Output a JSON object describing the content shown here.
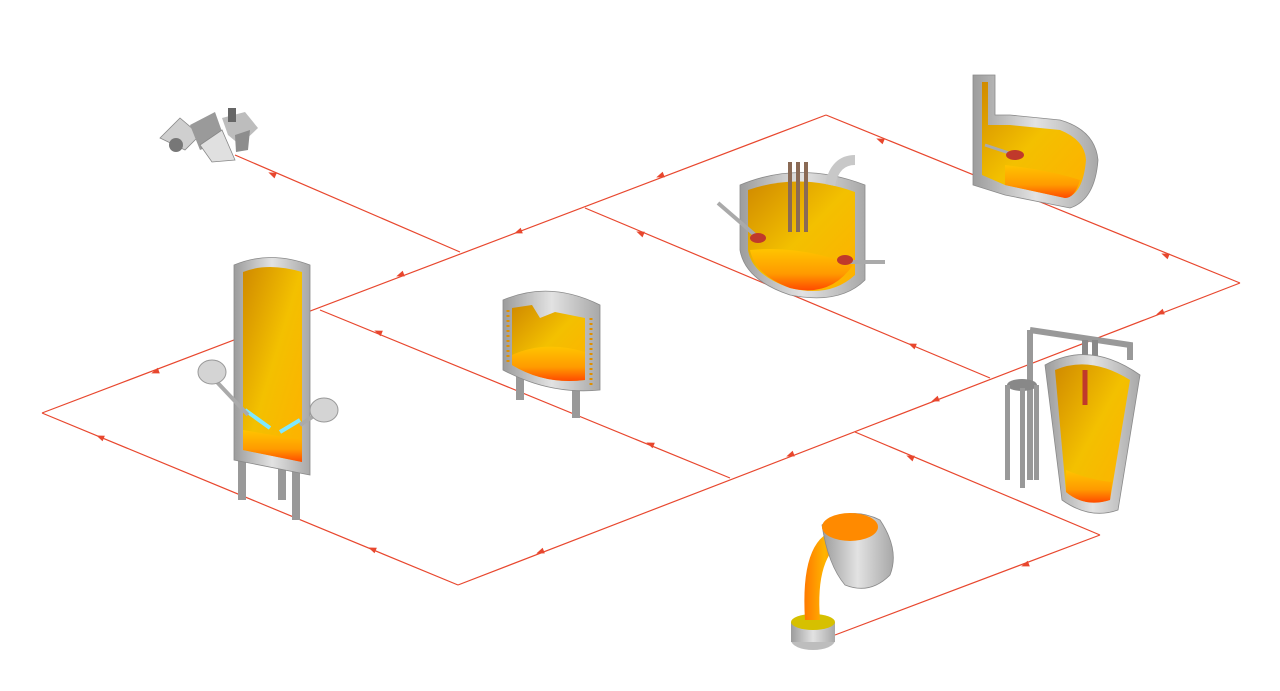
{
  "diagram": {
    "colors": {
      "flow_line": "#e8472e",
      "shell": "#b8b8b8",
      "shell_light": "#e6e6e6",
      "melt_hot": "#ff5a00",
      "melt_warm": "#ffb000",
      "interior": "#f2c200",
      "flame": "#7fe8ff"
    },
    "equipment": [
      {
        "id": "scrap",
        "icon": "scrap-pile-icon"
      },
      {
        "id": "shaft-furnace",
        "icon": "shaft-furnace-icon"
      },
      {
        "id": "induction-furnace",
        "icon": "induction-furnace-icon"
      },
      {
        "id": "electric-arc-furnace",
        "icon": "arc-furnace-icon"
      },
      {
        "id": "holding-furnace",
        "icon": "holding-furnace-icon"
      },
      {
        "id": "converter",
        "icon": "converter-icon"
      },
      {
        "id": "ladle-pour",
        "icon": "ladle-pour-icon"
      }
    ]
  }
}
